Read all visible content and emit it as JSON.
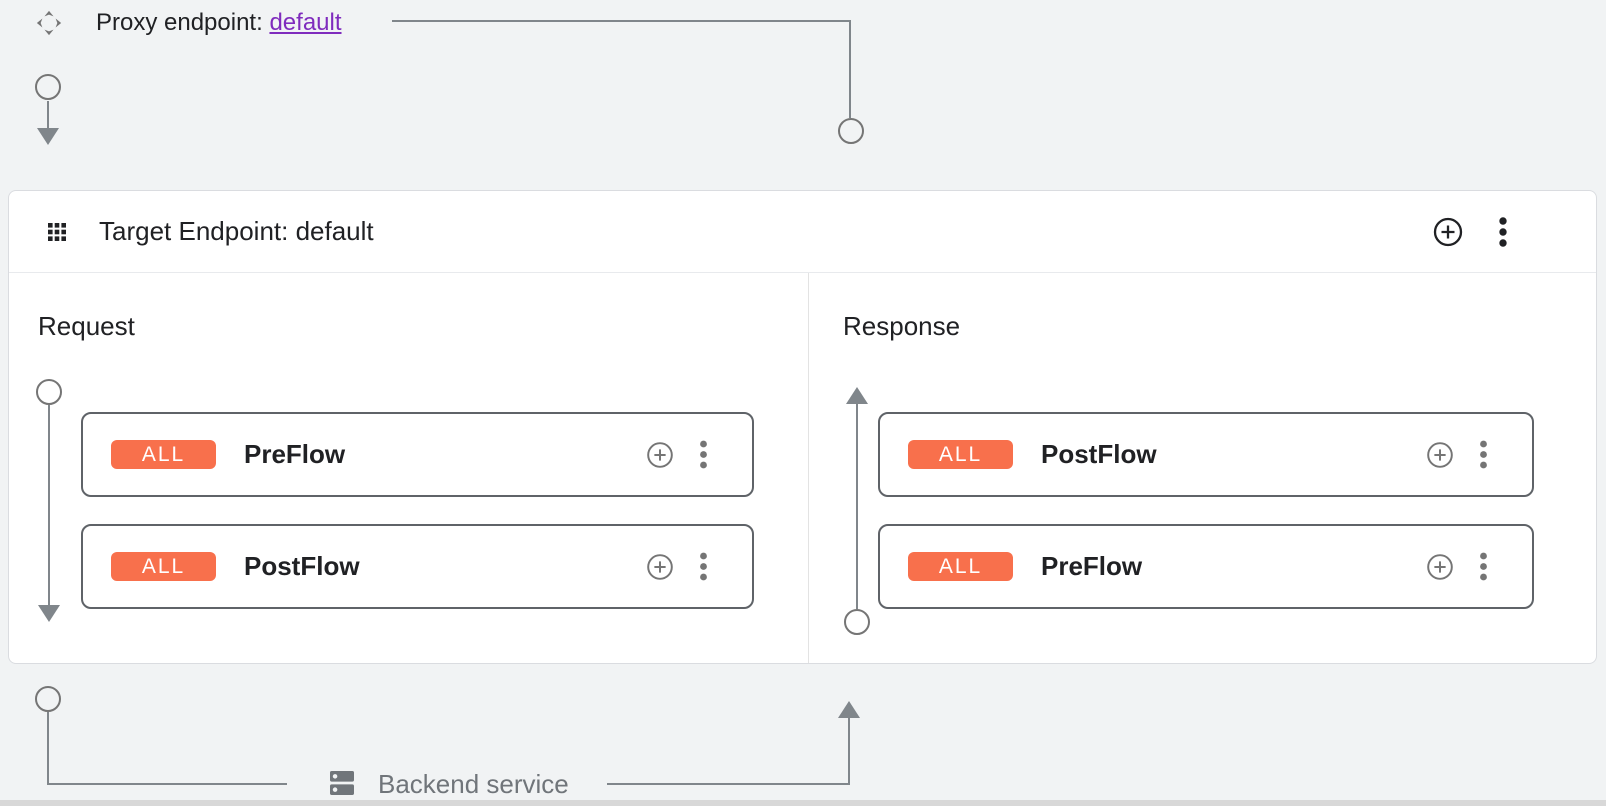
{
  "colors": {
    "background": "#f1f3f4",
    "card_background": "#ffffff",
    "accent_orange": "#f8704c",
    "link_purple": "#7f2bbd",
    "connector_gray": "#80868b",
    "text_primary": "#202124",
    "text_muted": "#70757a",
    "row_border": "#5f6368"
  },
  "icons": {
    "proxy_endpoint_icon": "four-way-arrows",
    "target_endpoint_icon": "grid-3x3",
    "add_icon": "plus-in-circle",
    "menu_icon": "kebab-vertical",
    "backend_icon": "server-dns"
  },
  "proxy_endpoint": {
    "label": "Proxy endpoint:",
    "name": "default"
  },
  "target_endpoint": {
    "title": "Target Endpoint: default"
  },
  "request_panel": {
    "label": "Request",
    "flows": [
      {
        "badge": "ALL",
        "name": "PreFlow"
      },
      {
        "badge": "ALL",
        "name": "PostFlow"
      }
    ]
  },
  "response_panel": {
    "label": "Response",
    "flows": [
      {
        "badge": "ALL",
        "name": "PostFlow"
      },
      {
        "badge": "ALL",
        "name": "PreFlow"
      }
    ]
  },
  "backend": {
    "label": "Backend service"
  }
}
